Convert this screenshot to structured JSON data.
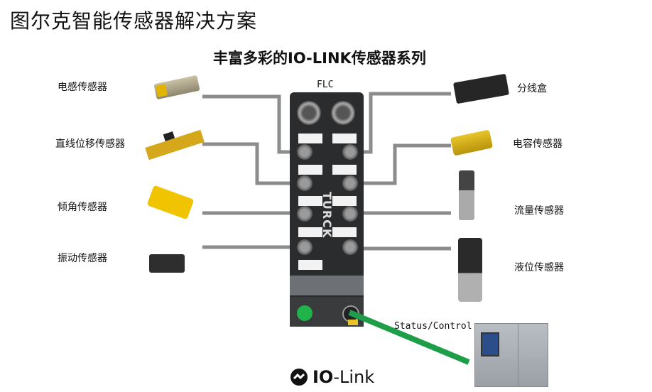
{
  "title": "图尔克智能传感器解决方案",
  "subtitle": "丰富多彩的IO-LINK传感器系列",
  "center": {
    "label": "FLC",
    "brand": "TURCK"
  },
  "left_sensors": [
    "电感传感器",
    "直线位移传感器",
    "倾角传感器",
    "振动传感器"
  ],
  "right_sensors": [
    "分线盒",
    "电容传感器",
    "流量传感器",
    "液位传感器"
  ],
  "link_label": "Status/Control",
  "logo": {
    "bold": "IO",
    "rest": "-Link"
  },
  "colors": {
    "connector_line": "#8c8c8c",
    "control_line": "#1f9e4a",
    "module": "#2b2c2e"
  }
}
